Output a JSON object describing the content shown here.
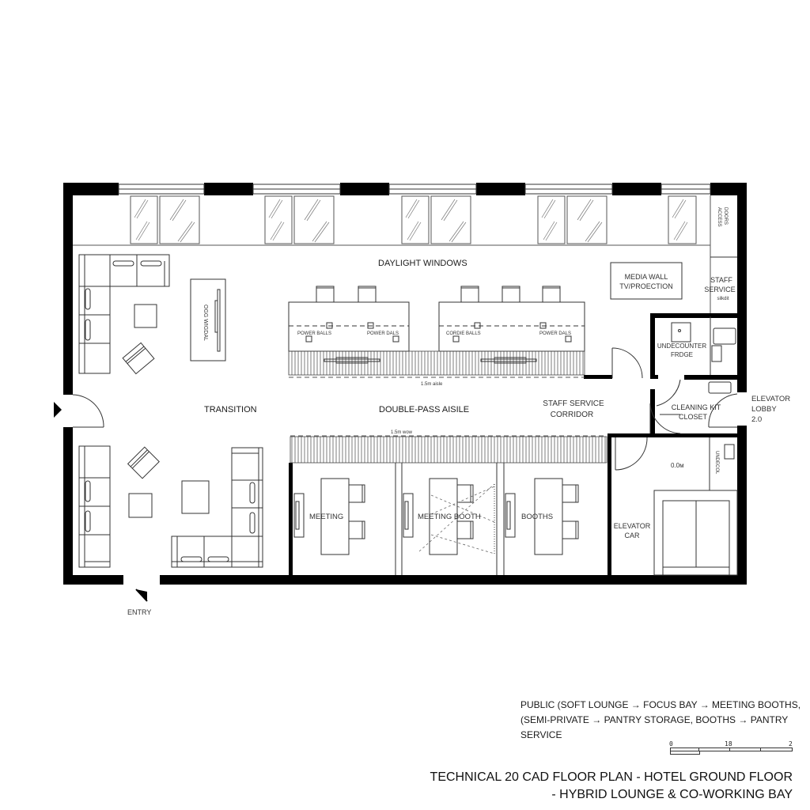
{
  "drawing": {
    "title_line1": "TECHNICAL 20 CAD FLOOR PLAN - HOTEL GROUND FLOOR",
    "title_line2": "- HYBRID LOUNGE & CO-WORKING BAY",
    "notes": [
      "PUBLIC (SOFT LOUNGE → FOCUS BAY → MEETING BOOTHS,",
      "(SEMI-PRIVATE → PANTRY STORAGE, BOOTHS → PANTRY",
      "SERVICE"
    ],
    "scale_bar": {
      "labels": [
        "0",
        "18",
        "2"
      ]
    },
    "colors": {
      "wall": "#000000",
      "line": "#333333",
      "background": "#ffffff"
    }
  },
  "rooms": {
    "daylight_windows": "DAYLIGHT WINDOWS",
    "media_wall": [
      "MEDIA WALL",
      "TV/PROECTION"
    ],
    "staff_service": [
      "STAFF",
      "SERVICE",
      "silkdit"
    ],
    "access_vertical": [
      "ACCESS",
      "DOORS"
    ],
    "undercounter_fridge": [
      "UNDECOUNTER",
      "FRDGE"
    ],
    "cleaning_closet": [
      "CLEANING KIT",
      "CLOSET"
    ],
    "elevator_lobby": [
      "ELEVATOR",
      "LOBBY",
      "2.0"
    ],
    "transition": "TRANSITION",
    "double_pass_aisle": "DOUBLE-PASS AISILE",
    "staff_corridor": [
      "STAFF SERVICE",
      "CORRIDOR"
    ],
    "aisle_dim_top": "1.5m aisle",
    "aisle_dim_bottom": "1.5m wow",
    "meeting_1": "MEETING",
    "meeting_2": "MEETING BOOTH",
    "meeting_3": "BOOTHS",
    "elevator_car": [
      "ELEVATOR",
      "CAR"
    ],
    "elevator_dim": "0.0м",
    "entry": "ENTRY",
    "lounge_console": "OGG WIGDAL",
    "focus_power": [
      "POWER BALLS",
      "POWER DALS",
      "CORDIE BALLS",
      "POWER DALS"
    ],
    "service_vertical": "UNDECOL"
  }
}
